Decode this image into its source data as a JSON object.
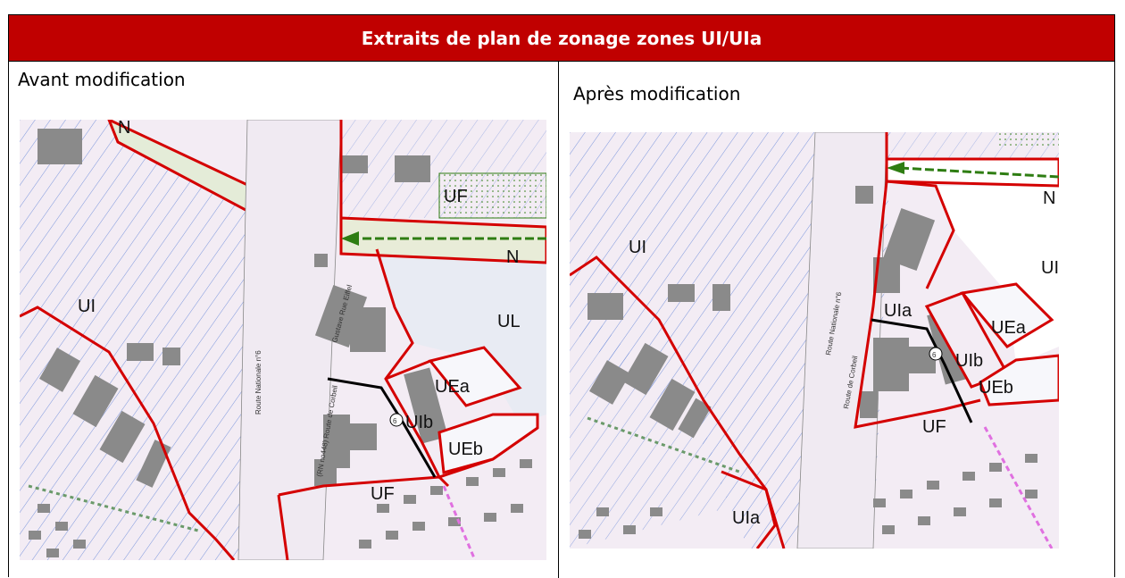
{
  "header": {
    "title": "Extraits de plan de zonage zones UI/UIa"
  },
  "before": {
    "caption": "Avant modification",
    "labels": {
      "n_top": "N",
      "uf_top": "UF",
      "n_right": "N",
      "ui": "UI",
      "ul": "UL",
      "uea": "UEa",
      "uib": "UIb",
      "ueb": "UEb",
      "uf": "UF",
      "ui_bottom": "UI",
      "circle_num": "6"
    },
    "street_labels": {
      "rn6": "Route Nationale n°6",
      "rn448": "(RN no448) Route de Corbeil",
      "eiffel": "Gustave Rue Eiffel"
    }
  },
  "after": {
    "caption": "Après modification",
    "labels": {
      "n_right": "N",
      "ui": "UI",
      "ul_partial": "UI",
      "uia": "UIa",
      "uea": "UEa",
      "uib": "UIb",
      "ueb": "UEb",
      "uf": "UF",
      "uia_bottom": "UIa",
      "circle_num": "6"
    },
    "street_labels": {
      "rn6": "Route Nationale n°6",
      "corbeil": "Route de Corbeil"
    }
  },
  "colors": {
    "header_bg": "#c00000",
    "zone_border": "#d40000",
    "hatch": "#5b7fd6",
    "building": "#8a8a8a",
    "zone_fill": "#f3ecf4",
    "green_route": "#2e7d12",
    "pink_line": "#e070e0"
  }
}
